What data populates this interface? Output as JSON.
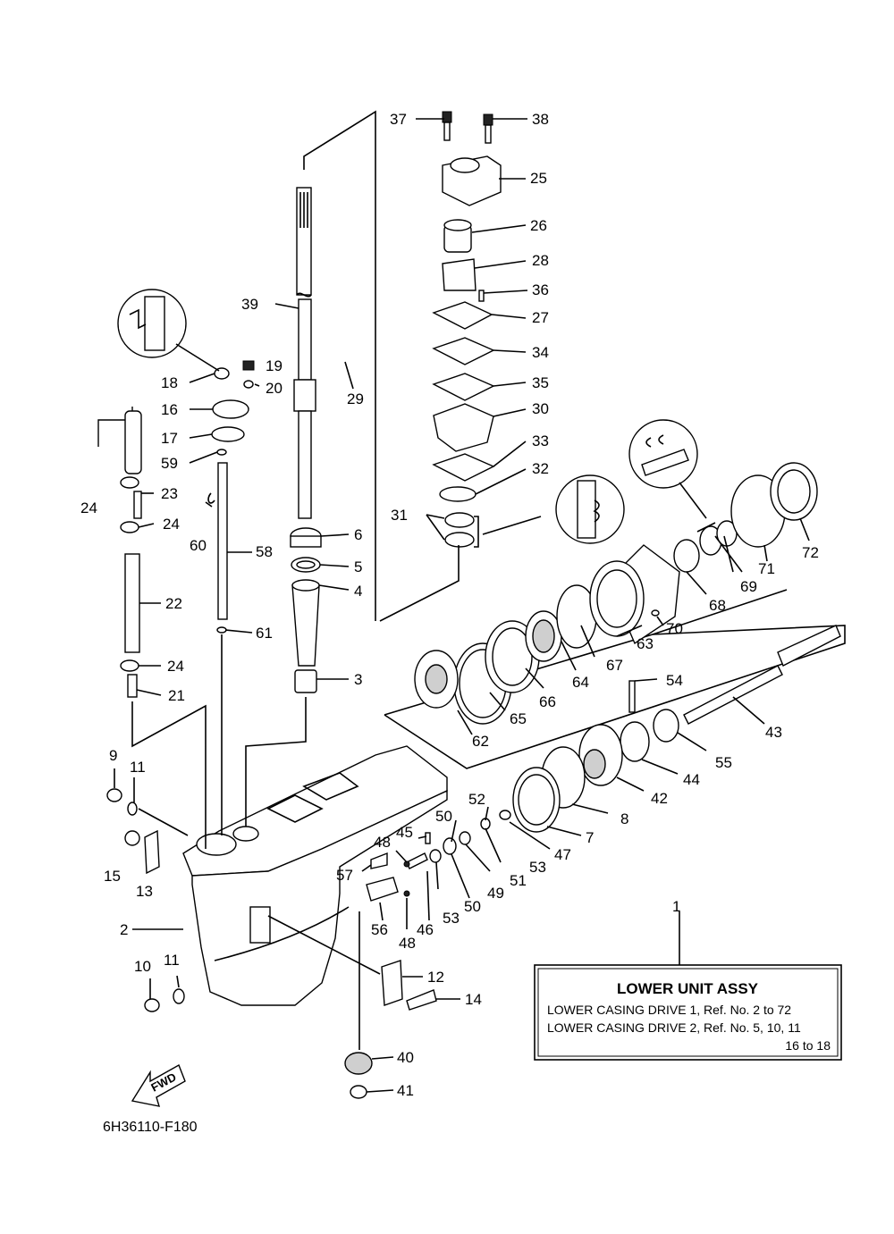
{
  "diagram_code": "6H36110-F180",
  "fwd_label": "FWD",
  "legend": {
    "ref": "1",
    "title": "LOWER UNIT ASSY",
    "line1": "LOWER CASING DRIVE 1,  Ref. No. 2 to 72",
    "line2": "LOWER CASING DRIVE 2,  Ref. No. 5, 10, 11",
    "line3": "16 to 18"
  },
  "part_labels": [
    "1",
    "2",
    "3",
    "4",
    "5",
    "6",
    "7",
    "8",
    "9",
    "10",
    "11",
    "11",
    "12",
    "13",
    "14",
    "15",
    "16",
    "17",
    "18",
    "19",
    "20",
    "21",
    "22",
    "23",
    "24",
    "24",
    "24",
    "25",
    "26",
    "27",
    "28",
    "29",
    "30",
    "31",
    "32",
    "33",
    "34",
    "35",
    "36",
    "37",
    "38",
    "39",
    "40",
    "41",
    "42",
    "43",
    "44",
    "45",
    "46",
    "47",
    "48",
    "48",
    "49",
    "50",
    "50",
    "51",
    "52",
    "53",
    "53",
    "54",
    "55",
    "56",
    "57",
    "58",
    "59",
    "60",
    "61",
    "62",
    "63",
    "64",
    "65",
    "66",
    "67",
    "68",
    "69",
    "70",
    "71",
    "72"
  ]
}
